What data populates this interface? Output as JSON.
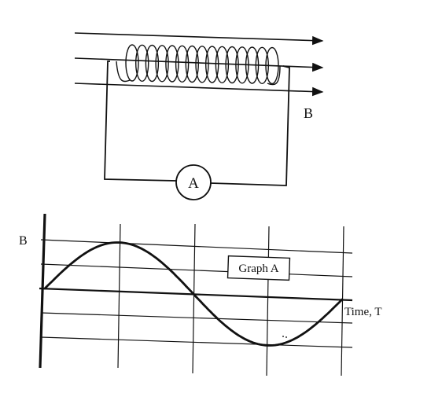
{
  "circuit": {
    "field_label": "B",
    "ammeter_label": "A"
  },
  "graph": {
    "y_label": "B",
    "x_label": "Time, T",
    "title": "Graph A"
  }
}
